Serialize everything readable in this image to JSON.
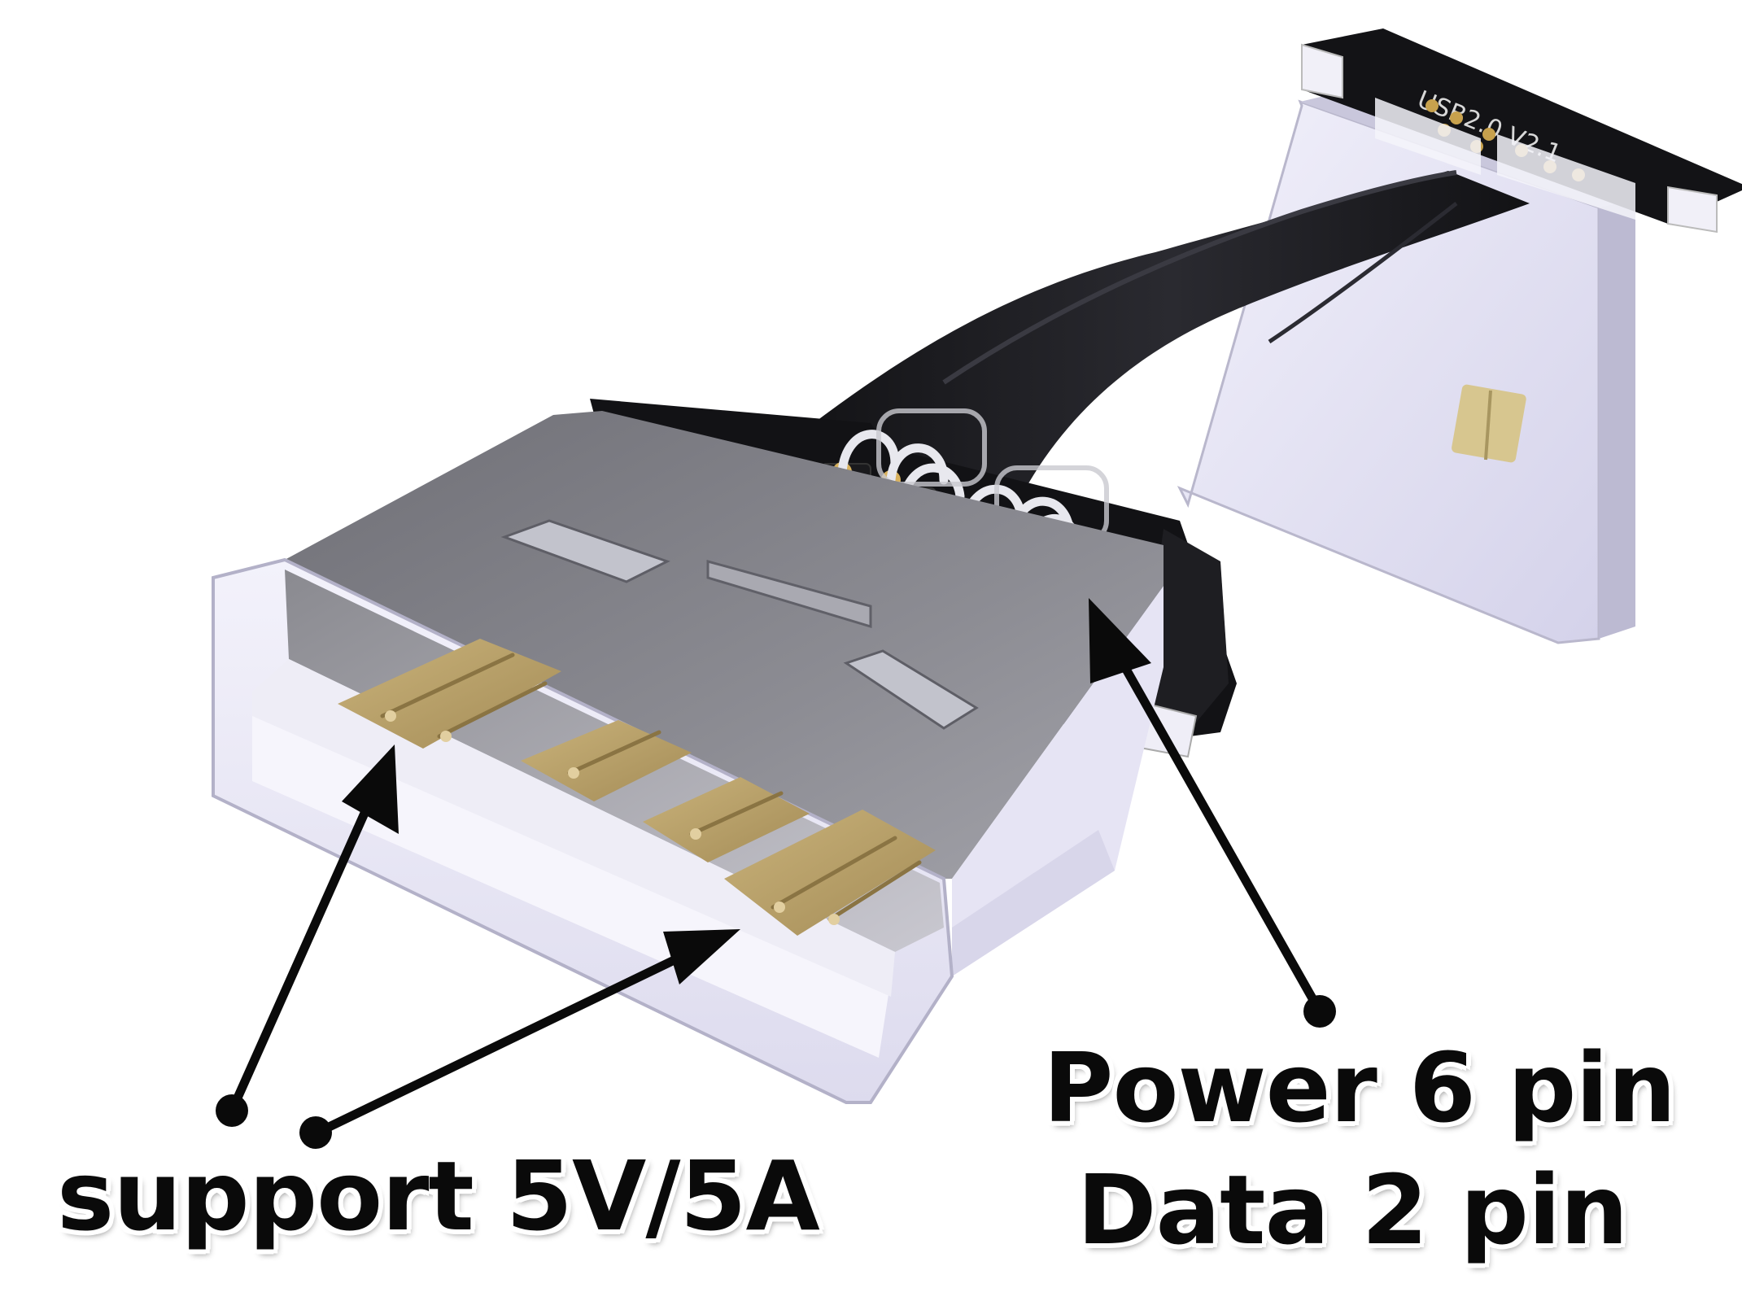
{
  "image": {
    "subject": "usb-type-a-ribbon-extension-connector",
    "colors": {
      "background": "#ffffff",
      "shell_top": "#8e8e94",
      "shell_side": "#e8e6f8",
      "pcb": "#151518",
      "ribbon": "#1c1c20",
      "contact_gold": "#b8a067",
      "arrow": "#0a0a0a"
    }
  },
  "callouts": {
    "support": "support 5V/5A",
    "power_line1": "Power 6 pin",
    "power_line2": "Data 2 pin"
  },
  "pcb_silk": "USB2.0 V2.1"
}
